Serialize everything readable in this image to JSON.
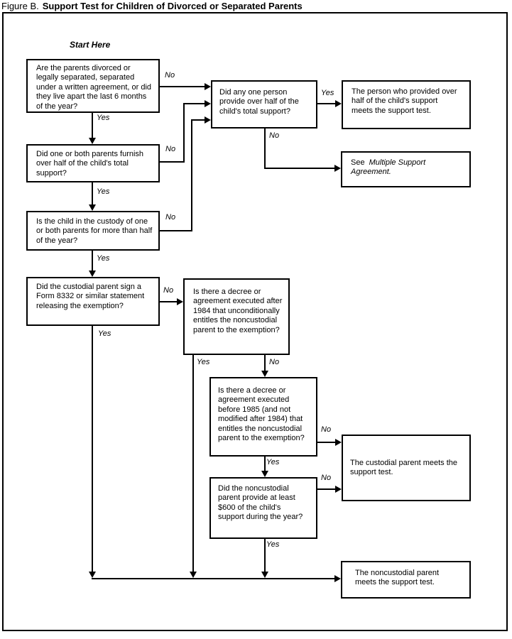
{
  "figure": {
    "label": "Figure B.",
    "title": "Support Test for Children of Divorced or Separated Parents"
  },
  "flow": {
    "start": "Start Here",
    "yes": "Yes",
    "no": "No"
  },
  "boxes": {
    "q_divorced": "Are the parents divorced or legally separated, separated under a written agreement, or did they live apart the last 6 months of the year?",
    "q_furnish": "Did one or both parents furnish over half of the child's total support?",
    "q_custody": "Is the child in the custody of one or both parents for more than half of the year?",
    "q_form8332": "Did the custodial parent sign a Form 8332 or similar statement releasing the exemption?",
    "q_one_person": "Did any one person provide over half of the child's total support?",
    "q_after1984": "Is there a decree or agreement executed after 1984 that unconditionally entitles the noncustodial parent to the exemption?",
    "q_before1985": "Is there a decree or agreement executed before 1985 (and not modified after 1984) that entitles the noncustodial parent to the exemption?",
    "q_600": "Did the noncustodial parent provide at least $600 of the child's support during the year?",
    "r_person": "The person who provided over half of the child's support meets the support test.",
    "r_see_prefix": "See",
    "r_see_ref": "Multiple Support Agreement.",
    "r_custodial": "The custodial parent meets the support test.",
    "r_noncustodial": "The noncustodial parent meets the support test."
  }
}
